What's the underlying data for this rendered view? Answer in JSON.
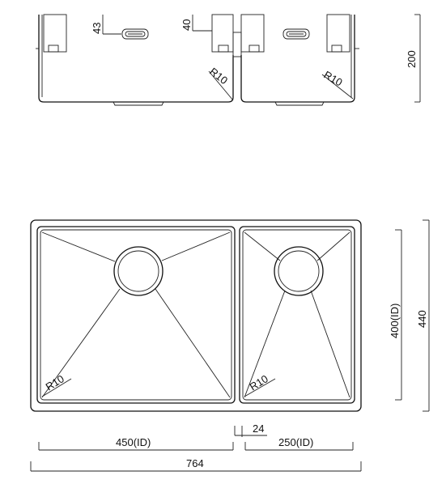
{
  "labels": {
    "overflow_depth": "43",
    "overflow_depth_right": "40",
    "height": "200",
    "radius_side_left": "R10",
    "radius_side_right": "R10",
    "radius_top_left": "R10",
    "radius_top_right": "R10",
    "bowl_depth_id": "400(ID)",
    "overall_depth": "440",
    "gap": "24",
    "left_bowl_width": "450(ID)",
    "right_bowl_width": "250(ID)",
    "overall_width": "764"
  }
}
